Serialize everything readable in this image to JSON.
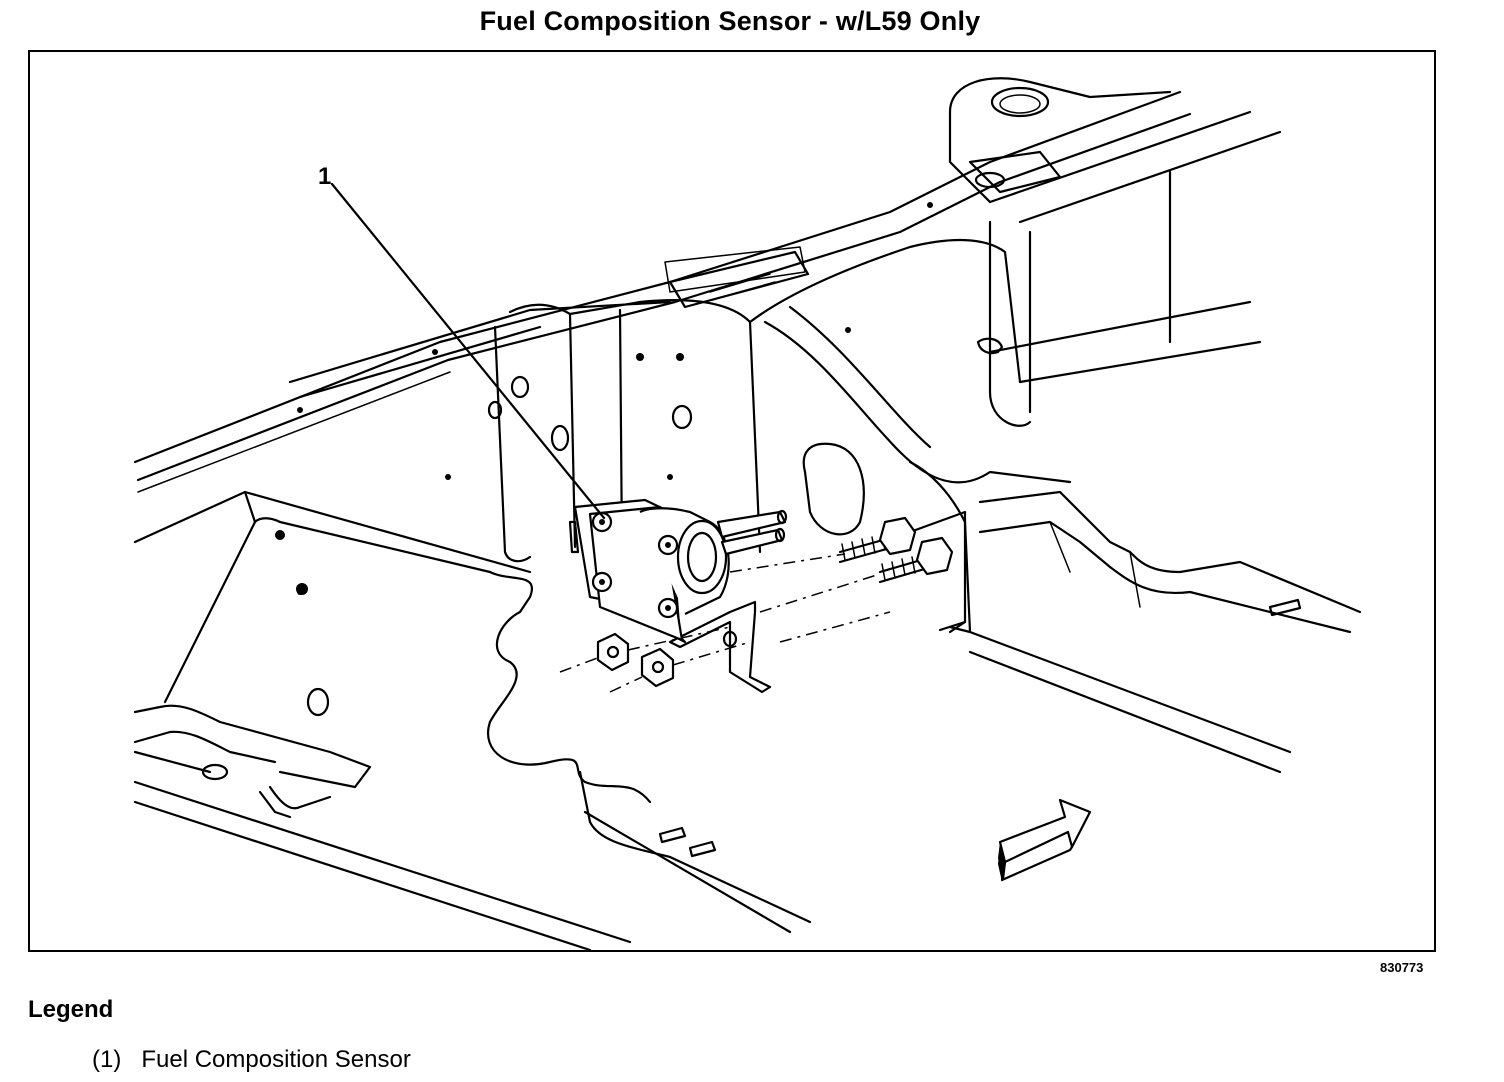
{
  "title": "Fuel Composition Sensor - w/L59 Only",
  "figure_id": "830773",
  "callouts": [
    {
      "number": "1"
    }
  ],
  "legend": {
    "heading": "Legend",
    "items": [
      {
        "marker": "(1)",
        "label": "Fuel Composition Sensor"
      }
    ]
  }
}
